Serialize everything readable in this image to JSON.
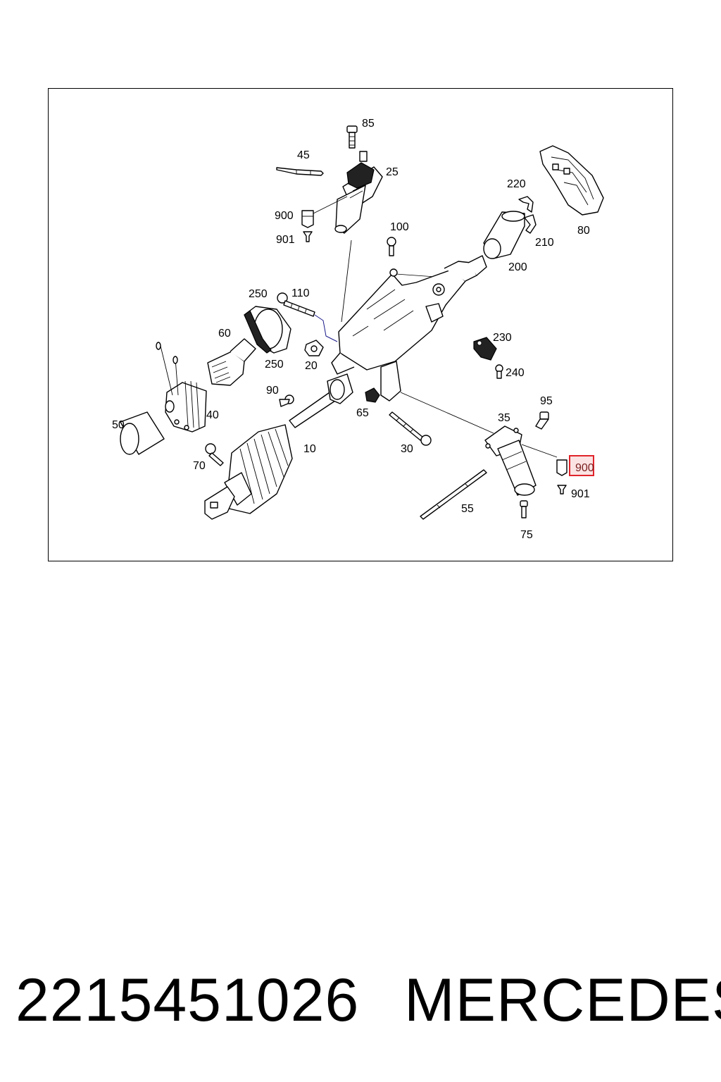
{
  "diagram": {
    "callouts": [
      {
        "id": "c85",
        "text": "85"
      },
      {
        "id": "c45",
        "text": "45"
      },
      {
        "id": "c25",
        "text": "25"
      },
      {
        "id": "c900a",
        "text": "900"
      },
      {
        "id": "c901a",
        "text": "901"
      },
      {
        "id": "c100",
        "text": "100"
      },
      {
        "id": "c220",
        "text": "220"
      },
      {
        "id": "c210",
        "text": "210"
      },
      {
        "id": "c200",
        "text": "200"
      },
      {
        "id": "c80",
        "text": "80"
      },
      {
        "id": "c250a",
        "text": "250"
      },
      {
        "id": "c110",
        "text": "110"
      },
      {
        "id": "c60",
        "text": "60"
      },
      {
        "id": "c250b",
        "text": "250"
      },
      {
        "id": "c20",
        "text": "20"
      },
      {
        "id": "c230",
        "text": "230"
      },
      {
        "id": "c240",
        "text": "240"
      },
      {
        "id": "c90",
        "text": "90"
      },
      {
        "id": "c40",
        "text": "40"
      },
      {
        "id": "c65",
        "text": "65"
      },
      {
        "id": "c95",
        "text": "95"
      },
      {
        "id": "c35",
        "text": "35"
      },
      {
        "id": "c50",
        "text": "50"
      },
      {
        "id": "c30",
        "text": "30"
      },
      {
        "id": "c70",
        "text": "70"
      },
      {
        "id": "c10",
        "text": "10"
      },
      {
        "id": "c900b",
        "text": "900"
      },
      {
        "id": "c901b",
        "text": "901"
      },
      {
        "id": "c55",
        "text": "55"
      },
      {
        "id": "c75",
        "text": "75"
      }
    ],
    "highlight_callout": "900",
    "highlight_color": "#e0242b",
    "highlight_fill": "#fbe3e3"
  },
  "footer": {
    "part_number": "2215451026",
    "brand": "MERCEDES"
  }
}
